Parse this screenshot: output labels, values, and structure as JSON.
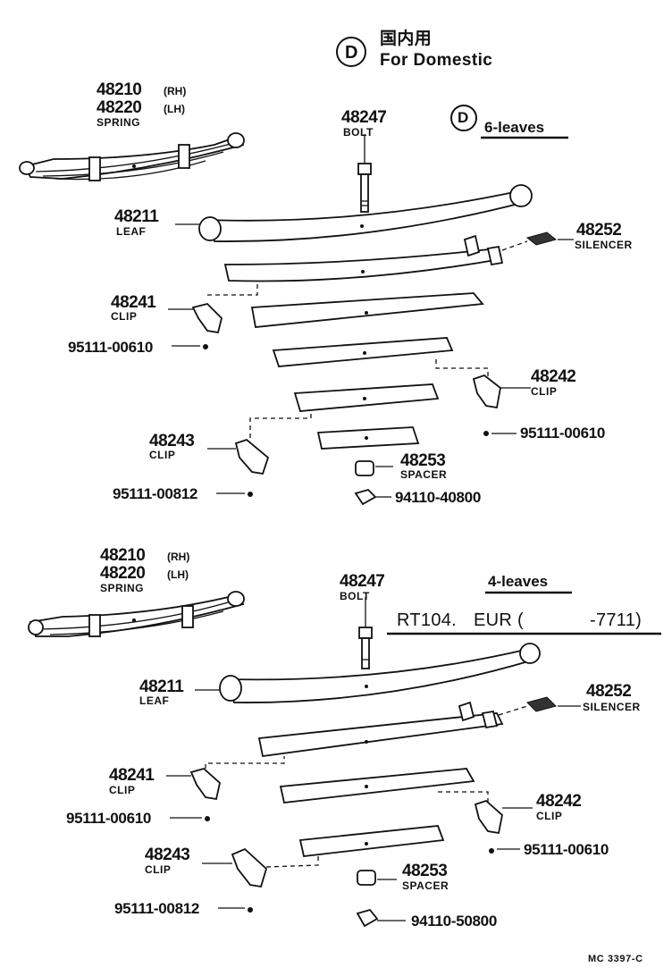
{
  "header": {
    "domestic_marker": "D",
    "domestic_jp": "国内用",
    "domestic_en": "For Domestic"
  },
  "upper": {
    "marker": "D",
    "leaves_label": "6-leaves",
    "spring_rh_num": "48210",
    "spring_rh_side": "(RH)",
    "spring_lh_num": "48220",
    "spring_lh_side": "(LH)",
    "spring_name": "SPRING",
    "bolt_num": "48247",
    "bolt_name": "BOLT",
    "leaf_num": "48211",
    "leaf_name": "LEAF",
    "silencer_num": "48252",
    "silencer_name": "SILENCER",
    "clip1_num": "48241",
    "clip1_name": "CLIP",
    "rivet1": "95111-00610",
    "clip2_num": "48242",
    "clip2_name": "CLIP",
    "rivet2": "95111-00610",
    "clip3_num": "48243",
    "clip3_name": "CLIP",
    "spacer_num": "48253",
    "spacer_name": "SPACER",
    "rivet3": "95111-00812",
    "nut": "94110-40800"
  },
  "lower": {
    "leaves_label": "4-leaves",
    "model_left": "RT104.",
    "model_mid": "EUR (",
    "model_right": "-7711)",
    "spring_rh_num": "48210",
    "spring_rh_side": "(RH)",
    "spring_lh_num": "48220",
    "spring_lh_side": "(LH)",
    "spring_name": "SPRING",
    "bolt_num": "48247",
    "bolt_name": "BOLT",
    "leaf_num": "48211",
    "leaf_name": "LEAF",
    "silencer_num": "48252",
    "silencer_name": "SILENCER",
    "clip1_num": "48241",
    "clip1_name": "CLIP",
    "rivet1": "95111-00610",
    "clip2_num": "48242",
    "clip2_name": "CLIP",
    "rivet2": "95111-00610",
    "clip3_num": "48243",
    "clip3_name": "CLIP",
    "spacer_num": "48253",
    "spacer_name": "SPACER",
    "rivet3": "95111-00812",
    "nut": "94110-50800"
  },
  "footer": {
    "code": "MC 3397-C"
  }
}
